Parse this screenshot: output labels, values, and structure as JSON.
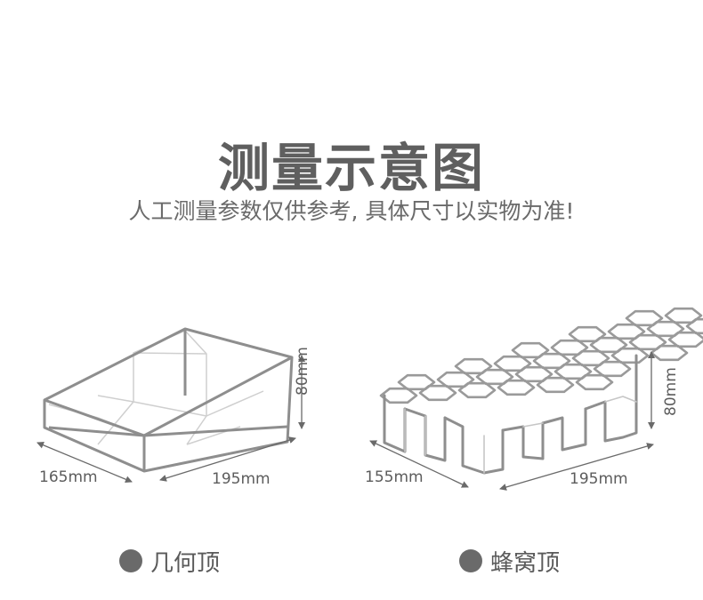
{
  "header": {
    "title": "测量示意图",
    "subtitle": "人工测量参数仅供参考, 具体尺寸以实物为准!"
  },
  "products": [
    {
      "caption": "几何顶",
      "width_label": "165mm",
      "length_label": "195mm",
      "height_label": "80mm"
    },
    {
      "caption": "蜂窝顶",
      "width_label": "155mm",
      "length_label": "195mm",
      "height_label": "80mm"
    }
  ],
  "colors": {
    "outline": "#8e8e8e",
    "light": "#c6c6c6",
    "dot": "#6a6a6a"
  }
}
